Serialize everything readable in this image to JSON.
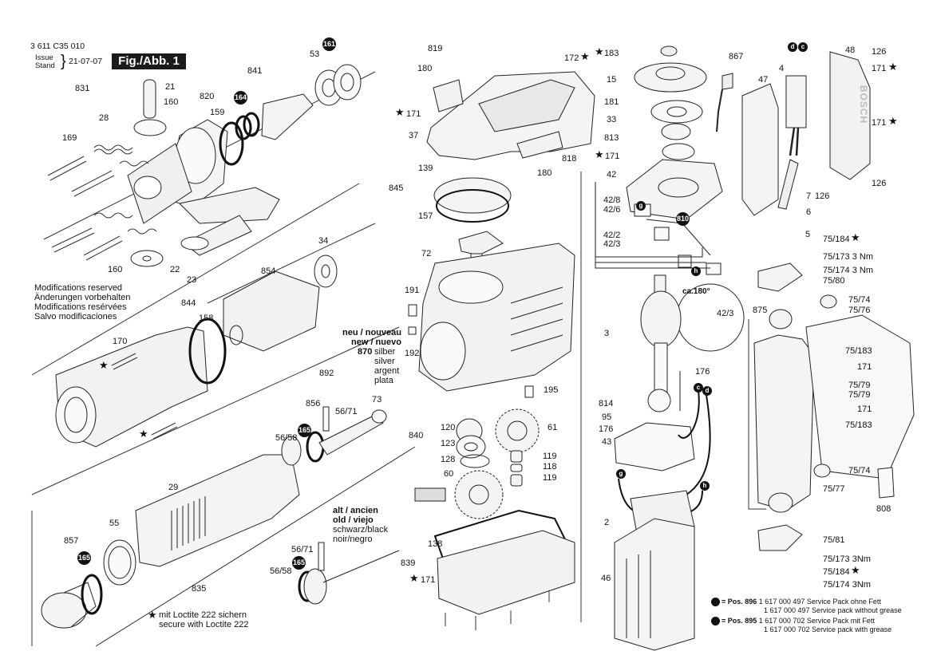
{
  "header": {
    "doc_number": "3 611 C35 010",
    "issue_label_en": "Issue",
    "issue_label_de": "Stand",
    "issue_date": "21-07-07",
    "figure_label": "Fig./Abb. 1"
  },
  "modifications_note": [
    "Modifications reserved",
    "Änderungen vorbehalten",
    "Modifications resérvées",
    "Salvo modificaciones"
  ],
  "loctite_note": {
    "symbol": "★",
    "line1": "mit Loctite 222 sichern",
    "line2": "secure with Loctite 222"
  },
  "new_version_note": {
    "title1": "neu / nouveau",
    "title2": "new / nuevo",
    "part": "870",
    "colors": [
      "silber",
      "silver",
      "argent",
      "plata"
    ]
  },
  "old_version_note": {
    "title1": "alt / ancien",
    "title2": "old / viejo",
    "color1": "schwarz/black",
    "color2": "noir/negro"
  },
  "service_packs": [
    {
      "pos_label": "= Pos. 896",
      "line1": "1 617 000 497 Service Pack ohne Fett",
      "line2": "1 617 000 497 Service pack without grease"
    },
    {
      "pos_label": "= Pos. 895",
      "line1": "1 617 000 702 Service Pack mit Fett",
      "line2": "1 617 000 702 Service pack with grease"
    }
  ],
  "rotation_note": "ca.180°",
  "badges": {
    "b161": "161",
    "b164": "164",
    "b165a": "165",
    "b165b": "165",
    "b165c": "165",
    "b810": "810",
    "g1": "g",
    "h1": "h",
    "c1": "c",
    "d1": "d",
    "g2": "g",
    "h2": "h",
    "c2": "c",
    "d2": "d"
  },
  "part_labels": {
    "p831": "831",
    "p21": "21",
    "p160a": "160",
    "p28": "28",
    "p169": "169",
    "p820": "820",
    "p159": "159",
    "p841": "841",
    "p53": "53",
    "p160b": "160",
    "p22": "22",
    "p23": "23",
    "p34": "34",
    "p854": "854",
    "p844": "844",
    "p158": "158",
    "p170": "170",
    "p892": "892",
    "p856": "856",
    "p5671a": "56/71",
    "p5658a": "56/58",
    "p73": "73",
    "p29": "29",
    "p55": "55",
    "p857": "857",
    "p835": "835",
    "p5671b": "56/71",
    "p5658b": "56/58",
    "p819": "819",
    "p180a": "180",
    "p172": "172",
    "p171a": "171",
    "p37": "37",
    "p818": "818",
    "p180b": "180",
    "p139": "139",
    "p845": "845",
    "p157": "157",
    "p72": "72",
    "p191": "191",
    "p192": "192",
    "p195": "195",
    "p120": "120",
    "p840": "840",
    "p123": "123",
    "p128": "128",
    "p61": "61",
    "p119a": "119",
    "p118": "118",
    "p119b": "119",
    "p60": "60",
    "p138": "138",
    "p839": "839",
    "p171b": "171",
    "p183": "183",
    "p15": "15",
    "p181": "181",
    "p33": "33",
    "p813": "813",
    "p171c": "171",
    "p42": "42",
    "p42_8": "42/8",
    "p42_6": "42/6",
    "p42_2": "42/2",
    "p42_3a": "42/3",
    "p42_3b": "42/3",
    "p3": "3",
    "p176a": "176",
    "p814": "814",
    "p95": "95",
    "p176b": "176",
    "p43": "43",
    "p2": "2",
    "p46": "46",
    "p867": "867",
    "p47": "47",
    "p4": "4",
    "p48": "48",
    "p126a": "126",
    "p171d": "171",
    "p171e": "171",
    "p126b": "126",
    "p7": "7",
    "p126c": "126",
    "p6": "6",
    "p5": "5",
    "p75_184a": "75/184",
    "p75_173a": "75/173  3 Nm",
    "p75_174a": "75/174  3 Nm",
    "p75_80": "75/80",
    "p875": "875",
    "p75_74a": "75/74",
    "p75_76": "75/76",
    "p75_183a": "75/183",
    "p171f": "171",
    "p75_79a": "75/79",
    "p75_79b": "75/79",
    "p171g": "171",
    "p75_183b": "75/183",
    "p75_74b": "75/74",
    "p75_77": "75/77",
    "p808": "808",
    "p75_81": "75/81",
    "p75_173b": "75/173 3Nm",
    "p75_184b": "75/184",
    "p75_174b": "75/174 3Nm"
  },
  "star": "★",
  "brand_text": "BOSCH"
}
